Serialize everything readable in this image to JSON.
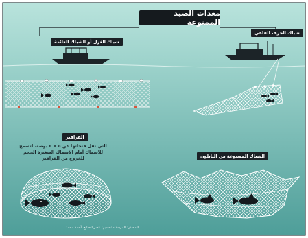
{
  "title": "معدات الصيد الممنوعة",
  "labels": {
    "gillnet": "شباك الغزل أو الشباك العائمة",
    "trawl": "شباك الجرف القاعي",
    "traps": "القراقير",
    "nylon": "الشباك المصنوعة من النايلون"
  },
  "traps_note": "التي تقل فتحاتها عن ٥ × ٥ بوصة، لتسمح للأسماك أمام الأسماك الصغيرة الحجم للخروج من القراقير",
  "credit": "المصدر: المرصد - تصميم: ناصر الصانع، أحمد محمد",
  "colors": {
    "water_top": "#a9d8d1",
    "water_bottom": "#5aa6a1",
    "dark": "#151a1e",
    "net": "#f2f7f6",
    "float_red": "#d9543b"
  }
}
